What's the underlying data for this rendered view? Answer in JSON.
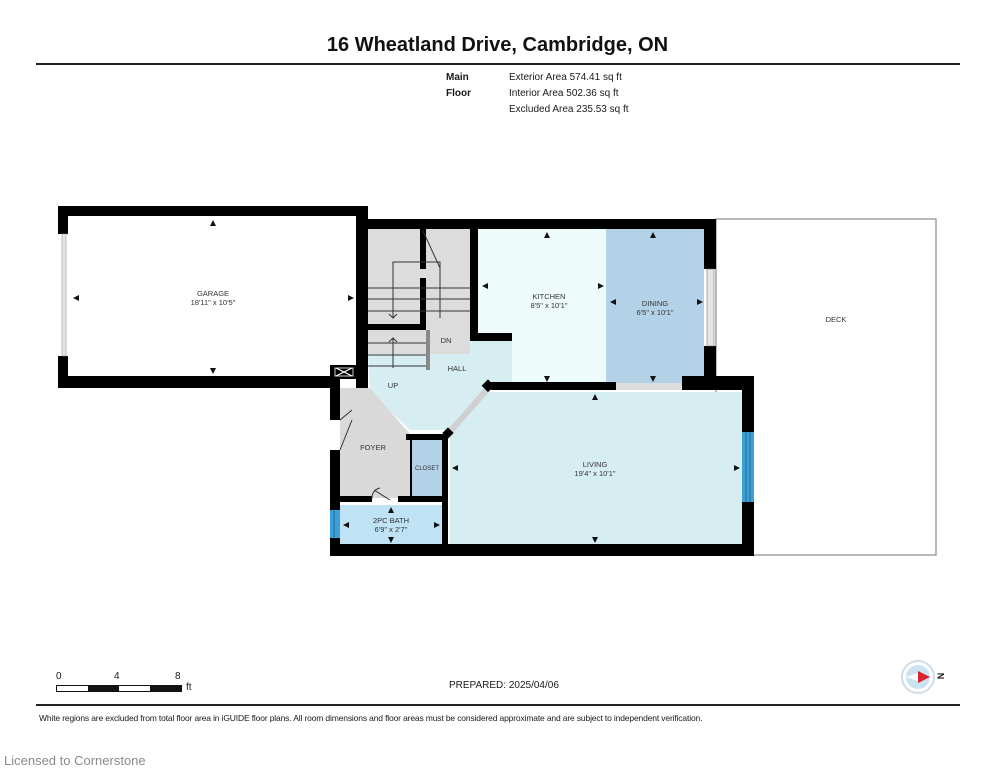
{
  "header": {
    "title": "16 Wheatland Drive, Cambridge, ON",
    "floor_name": "Main Floor",
    "areas": {
      "exterior": "Exterior Area 574.41 sq ft",
      "interior": "Interior Area 502.36 sq ft",
      "excluded": "Excluded Area 235.53 sq ft"
    }
  },
  "rooms": {
    "garage": {
      "name": "GARAGE",
      "dims": "18'11\" x 10'5\""
    },
    "kitchen": {
      "name": "KITCHEN",
      "dims": "8'5\" x 10'1\""
    },
    "dining": {
      "name": "DINING",
      "dims": "6'5\" x 10'1\""
    },
    "deck": {
      "name": "DECK"
    },
    "hall": {
      "name": "HALL"
    },
    "foyer": {
      "name": "FOYER"
    },
    "closet": {
      "name": "CLOSET"
    },
    "living": {
      "name": "LIVING",
      "dims": "19'4\" x 10'1\""
    },
    "bath": {
      "name": "2PC BATH",
      "dims": "6'9\" x 2'7\""
    },
    "stairs": {
      "down_label": "DN",
      "up_label": "UP"
    }
  },
  "colors": {
    "wall": "#000000",
    "kitchen": "#eefbfb",
    "dining": "#b3d2e8",
    "hall": "#d6eef2",
    "living": "#d6eef2",
    "foyer": "#d9d9d9",
    "closet": "#b3d2e8",
    "bath": "#bfe3f5",
    "stairs": "#dcdcdc",
    "window_blue": "#3e9ed6"
  },
  "scale": {
    "ticks": [
      "0",
      "4",
      "8"
    ],
    "unit": "ft"
  },
  "footer": {
    "prepared": "PREPARED: 2025/04/06",
    "compass_label": "N",
    "disclaimer": "White regions are excluded from total floor area in iGUIDE floor plans. All room dimensions and floor areas must be considered approximate and are subject to independent verification.",
    "license": "Licensed to Cornerstone"
  }
}
